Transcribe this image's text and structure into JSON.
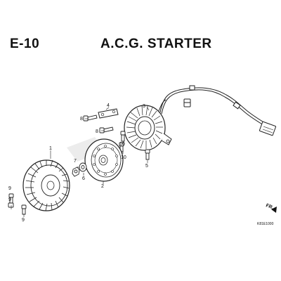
{
  "header": {
    "code": "E-10",
    "title": "A.C.G. STARTER"
  },
  "callouts": {
    "p1": "1",
    "p2": "2",
    "p3": "3",
    "p4": "4",
    "p5": "5",
    "p6": "6",
    "p7": "7",
    "p8": "8",
    "p9": "9",
    "p10": "10"
  },
  "direction_label": "FR.",
  "diagram_code": "K81E1000",
  "colors": {
    "line": "#222222",
    "text": "#111111"
  }
}
